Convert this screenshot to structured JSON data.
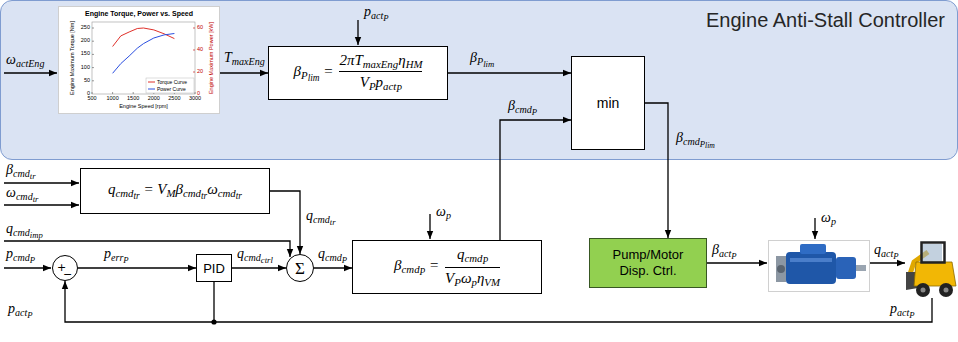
{
  "diagram": {
    "nodes": [
      {
        "text": [
          "Engine Anti-Stall Controller"
        ]
      },
      {
        "text": [
          "Engine Torque, Power vs. Speed"
        ],
        "in": 0
      },
      {
        "text": [
          "βPlim =",
          "2πTmaxEngηHM",
          "VPpactP"
        ],
        "in": 0
      },
      {
        "text": [
          "min"
        ],
        "in": 0
      },
      {
        "text": [
          "qcmdtr = VMβcmdtrωcmdtr"
        ]
      },
      {
        "text": [
          "+",
          "−"
        ]
      },
      {
        "text": [
          "PID"
        ]
      },
      {
        "text": [
          "Σ"
        ]
      },
      {
        "text": [
          "βcmdP =",
          "qcmdP",
          "VPωpηVM"
        ]
      },
      {
        "text": [
          "Pump/Motor Disp. Ctrl."
        ]
      }
    ],
    "edges": [
      {
        "from": 1,
        "to": 2,
        "arrow": "to",
        "label": "TmaxEng"
      },
      {
        "from": 2,
        "to": 3,
        "arrow": "to",
        "label": "βPlim"
      },
      {
        "from": 8,
        "to": 3,
        "arrow": "to",
        "label": "βcmdP"
      },
      {
        "from": 3,
        "to": 9,
        "arrow": "to",
        "label": "βcmdPlim"
      },
      {
        "from": 4,
        "to": 7,
        "arrow": "to",
        "label": "qcmdtr"
      },
      {
        "from": 5,
        "to": 6,
        "arrow": "to",
        "label": "perrP"
      },
      {
        "from": 6,
        "to": 7,
        "arrow": "to",
        "label": "qcmdctrl"
      },
      {
        "from": 7,
        "to": 8,
        "arrow": "to",
        "label": "qcmdP"
      }
    ],
    "labels": [
      "ωactEng",
      "pactP",
      "βcmdtr",
      "ωcmdtr",
      "qcmdimp",
      "pcmdP",
      "ωp",
      "βactP",
      "ωp",
      "qactP",
      "pactP",
      "pactP",
      "Engine Maximum Torque [Nm]",
      "Engine Maximum Power [kW]",
      "Engine Speed [rpm]",
      "0",
      "50",
      "100",
      "150",
      "200",
      "250",
      "0",
      "20",
      "40",
      "60",
      "500",
      "1000",
      "1500",
      "2000",
      "2500",
      "3000"
    ],
    "legend": [
      {
        "text": "Torque Curve"
      },
      {
        "text": "Power Curve"
      }
    ]
  }
}
